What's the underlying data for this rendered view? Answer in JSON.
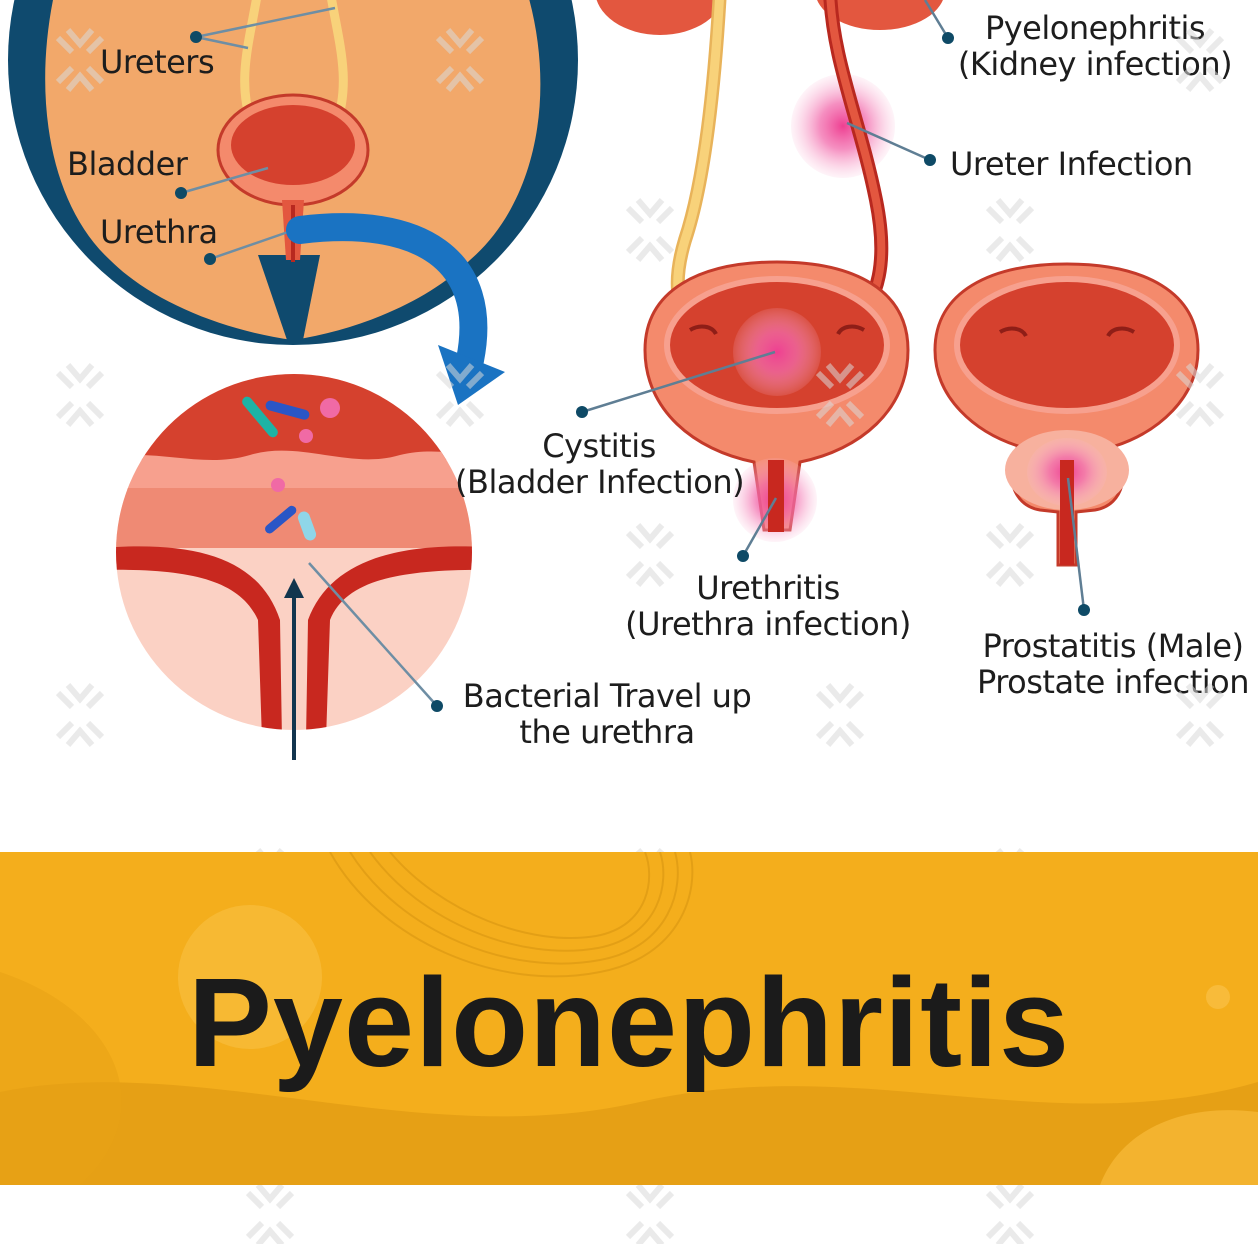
{
  "colors": {
    "navy": "#0f4a6e",
    "skin": "#f2a86a",
    "organ": "#e3573f",
    "organ_dark": "#b8281f",
    "organ_light": "#f7a08e",
    "infection": "#ee4f9b",
    "ureter": "#f8d27a",
    "arrow_blue": "#1a73c2",
    "banner": "#f4ae1c",
    "banner_dark": "#e09a12",
    "leader": "#0e4a66"
  },
  "anatomy_labels": {
    "ureters": "Ureters",
    "bladder": "Bladder",
    "urethra": "Urethra"
  },
  "infection_labels": {
    "pyelonephritis_line1": "Pyelonephritis",
    "pyelonephritis_line2": "(Kidney infection)",
    "ureter_infection": "Ureter Infection",
    "cystitis_line1": "Cystitis",
    "cystitis_line2": "(Bladder Infection)",
    "urethritis_line1": "Urethritis",
    "urethritis_line2": "(Urethra infection)",
    "prostatitis_line1": "Prostatitis (Male)",
    "prostatitis_line2": "Prostate infection",
    "bacteria_line1": "Bacterial Travel up",
    "bacteria_line2": "the urethra"
  },
  "banner": {
    "title": "Pyelonephritis"
  }
}
